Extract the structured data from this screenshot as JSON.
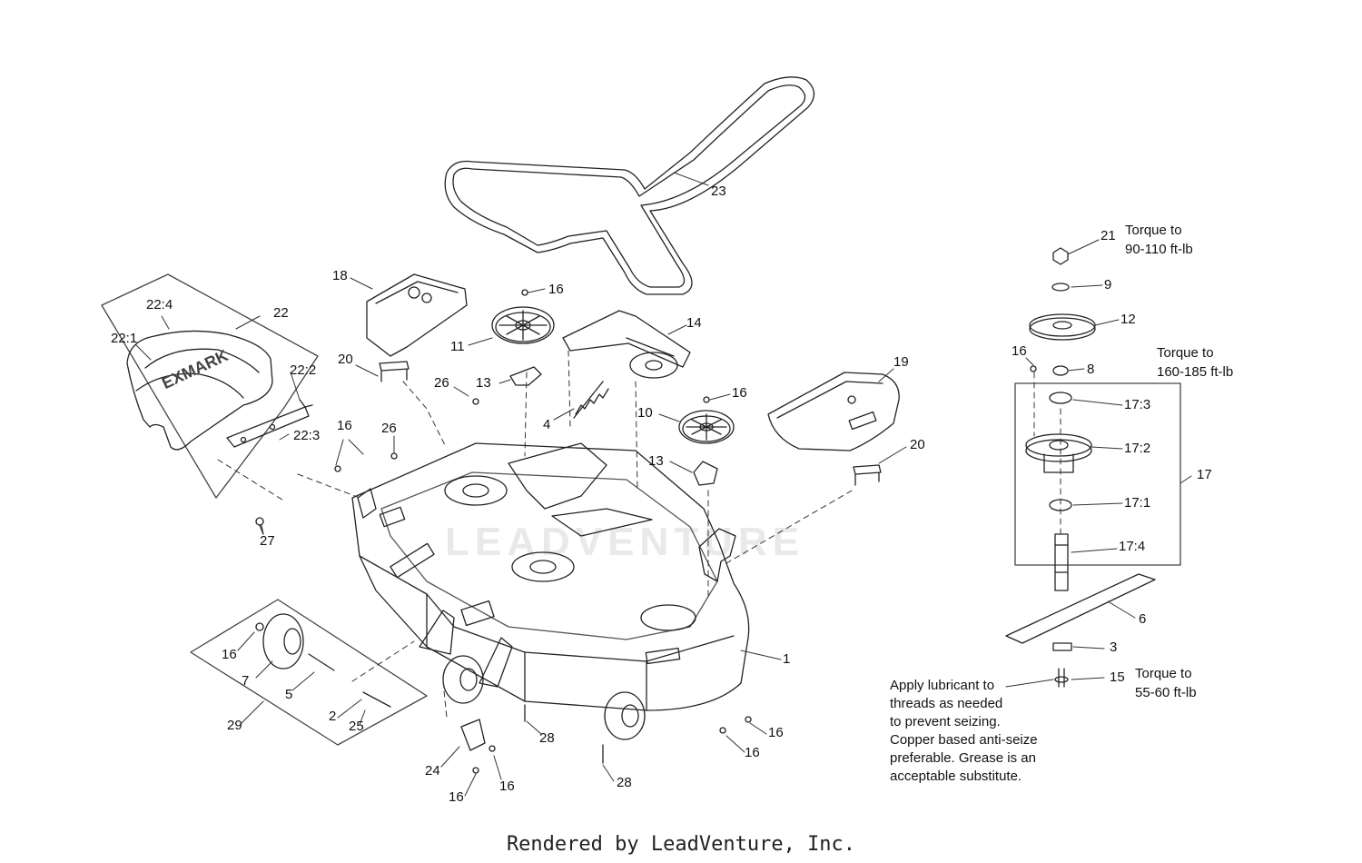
{
  "watermark": "LEADVENTURE",
  "footer": "Rendered by LeadVenture, Inc.",
  "callouts": {
    "c23": "23",
    "c18": "18",
    "c16a": "16",
    "c14": "14",
    "c11": "11",
    "c13a": "13",
    "c26a": "26",
    "c4": "4",
    "c16b": "16",
    "c10": "10",
    "c19": "19",
    "c13b": "13",
    "c20a": "20",
    "c20b": "20",
    "c22": "22",
    "c22_4": "22:4",
    "c22_1": "22:1",
    "c22_2": "22:2",
    "c22_3": "22:3",
    "c16c": "16",
    "c26b": "26",
    "c27": "27",
    "c16d": "16",
    "c7": "7",
    "c5": "5",
    "c2": "2",
    "c25": "25",
    "c29": "29",
    "c1": "1",
    "c28a": "28",
    "c28b": "28",
    "c24": "24",
    "c16e": "16",
    "c16f": "16",
    "c16g": "16",
    "c16h": "16",
    "c21": "21",
    "c9": "9",
    "c12": "12",
    "c16i": "16",
    "c8": "8",
    "c17_3": "17:3",
    "c17_2": "17:2",
    "c17_1": "17:1",
    "c17_4": "17:4",
    "c17": "17",
    "c6": "6",
    "c3": "3",
    "c15": "15"
  },
  "notes": {
    "torque_21": "Torque to\n90-110 ft-lb",
    "torque_8": "Torque to\n160-185 ft-lb",
    "torque_15": "Torque to\n55-60 ft-lb",
    "lubricant": "Apply lubricant to\nthreads as needed\nto prevent seizing.\nCopper based anti-seize\npreferable. Grease is an\nacceptable substitute."
  }
}
